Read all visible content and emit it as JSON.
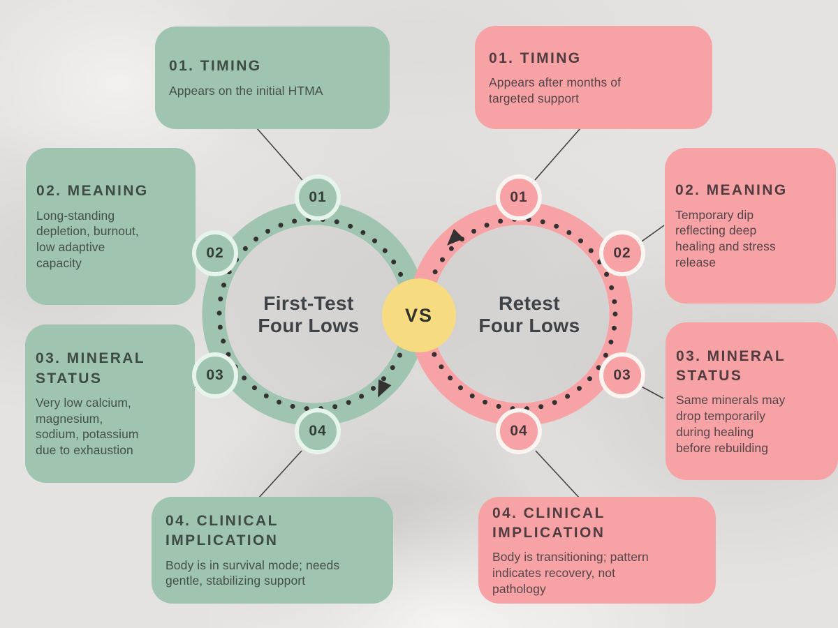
{
  "colors": {
    "green": "#9fc4b0",
    "pink": "#f7a3a6",
    "yellow": "#f6db81",
    "dots": "#333132",
    "line": "#3f4142",
    "inner_shade": "rgba(198,196,194,0.30)",
    "heading_green": "#3e4a44",
    "heading_pink": "#503b40"
  },
  "center": {
    "vs_label": "VS"
  },
  "left": {
    "title_line1": "First-Test",
    "title_line2": "Four Lows",
    "nodes": [
      {
        "number": "01",
        "heading": "01. TIMING",
        "body": "Appears on the initial HTMA"
      },
      {
        "number": "02",
        "heading": "02. MEANING",
        "body": "Long-standing depletion, burnout, low adaptive capacity"
      },
      {
        "number": "03",
        "heading": "03. MINERAL STATUS",
        "body": "Very low calcium, magnesium, sodium, potassium due to exhaustion"
      },
      {
        "number": "04",
        "heading": "04. CLINICAL IMPLICATION",
        "body": "Body is in survival mode; needs gentle, stabilizing support"
      }
    ]
  },
  "right": {
    "title_line1": "Retest",
    "title_line2": "Four Lows",
    "nodes": [
      {
        "number": "01",
        "heading": "01. TIMING",
        "body": "Appears after months of targeted support"
      },
      {
        "number": "02",
        "heading": "02. MEANING",
        "body": "Temporary dip reflecting deep healing and stress release"
      },
      {
        "number": "03",
        "heading": "03. MINERAL STATUS",
        "body": "Same minerals may drop temporarily during healing before rebuilding"
      },
      {
        "number": "04",
        "heading": "04. CLINICAL IMPLICATION",
        "body": "Body is transitioning; pattern indicates recovery, not pathology"
      }
    ]
  }
}
